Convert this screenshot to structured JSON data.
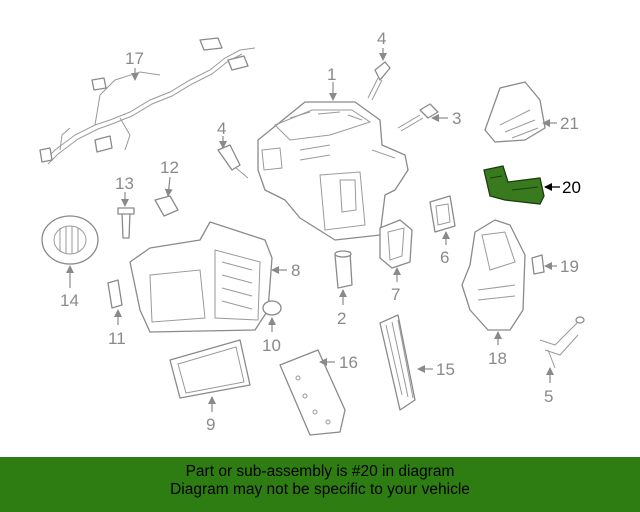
{
  "callouts": {
    "c1": "1",
    "c2": "2",
    "c3": "3",
    "c4a": "4",
    "c4b": "4",
    "c5": "5",
    "c6": "6",
    "c7": "7",
    "c8": "8",
    "c9": "9",
    "c10": "10",
    "c11": "11",
    "c12": "12",
    "c13": "13",
    "c14": "14",
    "c15": "15",
    "c16": "16",
    "c17": "17",
    "c18": "18",
    "c19": "19",
    "c20": "20",
    "c21": "21"
  },
  "highlight": {
    "part_number": "20",
    "color": "#3a7a1e"
  },
  "banner": {
    "line1": "Part or sub-assembly is #20 in diagram",
    "line2": "Diagram may not be specific to your vehicle",
    "background": "#2e7d12"
  }
}
